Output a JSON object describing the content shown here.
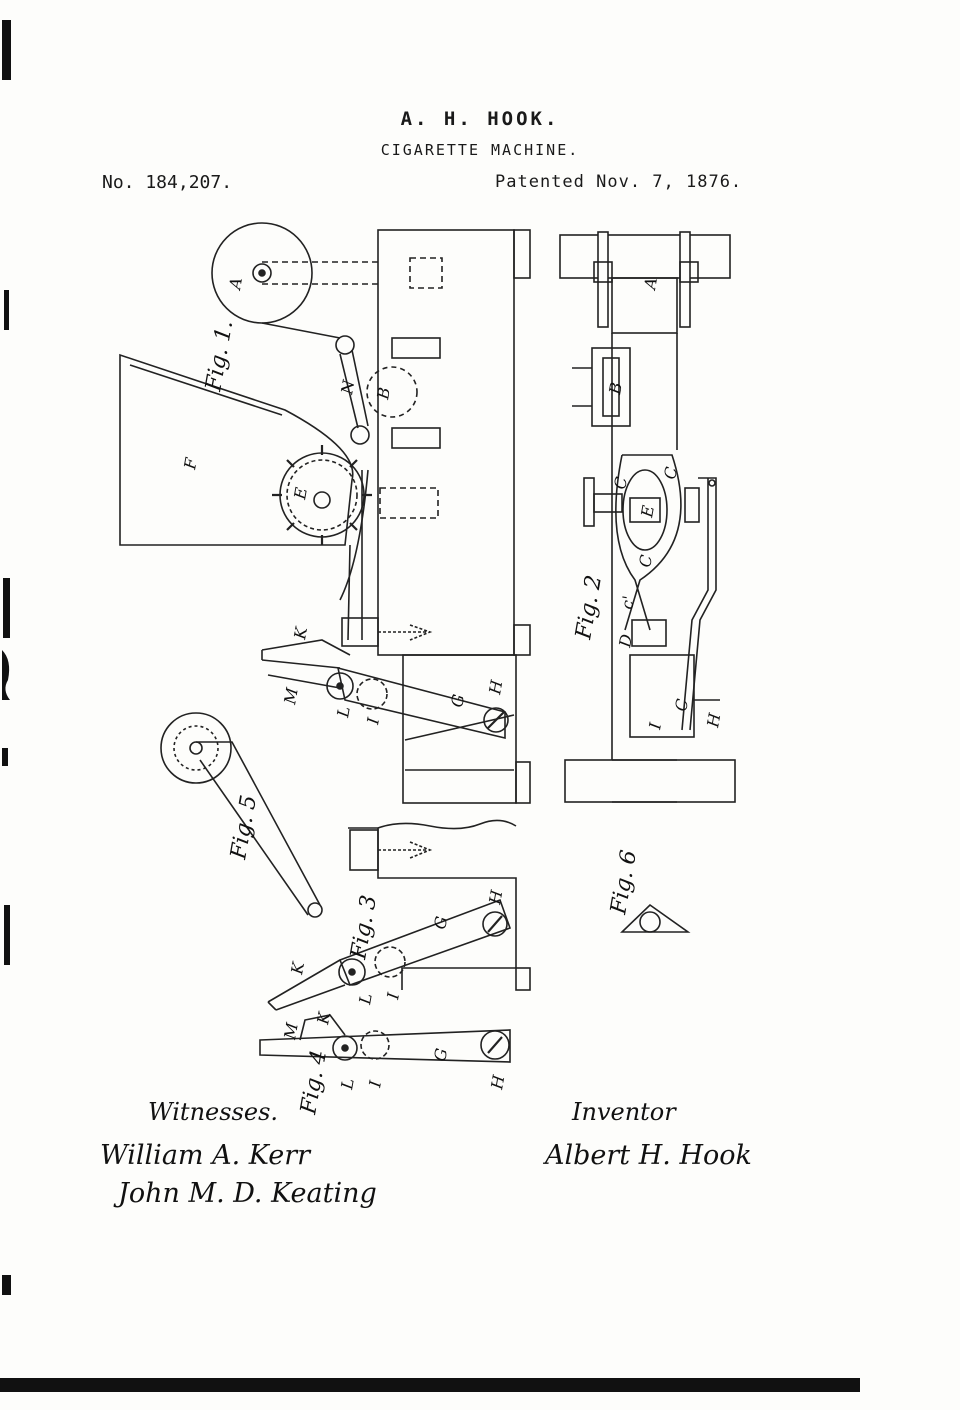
{
  "header": {
    "inventor": "A. H. HOOK.",
    "title": "CIGARETTE MACHINE.",
    "patent_number": "No. 184,207.",
    "patent_date": "Patented Nov. 7, 1876."
  },
  "figure_labels": {
    "fig1": "Fig. 1.",
    "fig2": "Fig. 2",
    "fig3": "Fig. 3",
    "fig4": "Fig. 4",
    "fig5": "Fig. 5",
    "fig6": "Fig. 6"
  },
  "part_letters": {
    "A": "A",
    "B": "B",
    "E": "E",
    "F": "F",
    "N": "N",
    "K": "K",
    "M": "M",
    "L": "L",
    "I": "I",
    "G": "G",
    "H": "H",
    "C": "C",
    "c1": "c'",
    "D": "D"
  },
  "signatures": {
    "witnesses_label": "Witnesses.",
    "witness_1": "William A. Kerr",
    "witness_2": "John M. D. Keating",
    "inventor_label": "Inventor",
    "inventor_name": "Albert H. Hook"
  }
}
